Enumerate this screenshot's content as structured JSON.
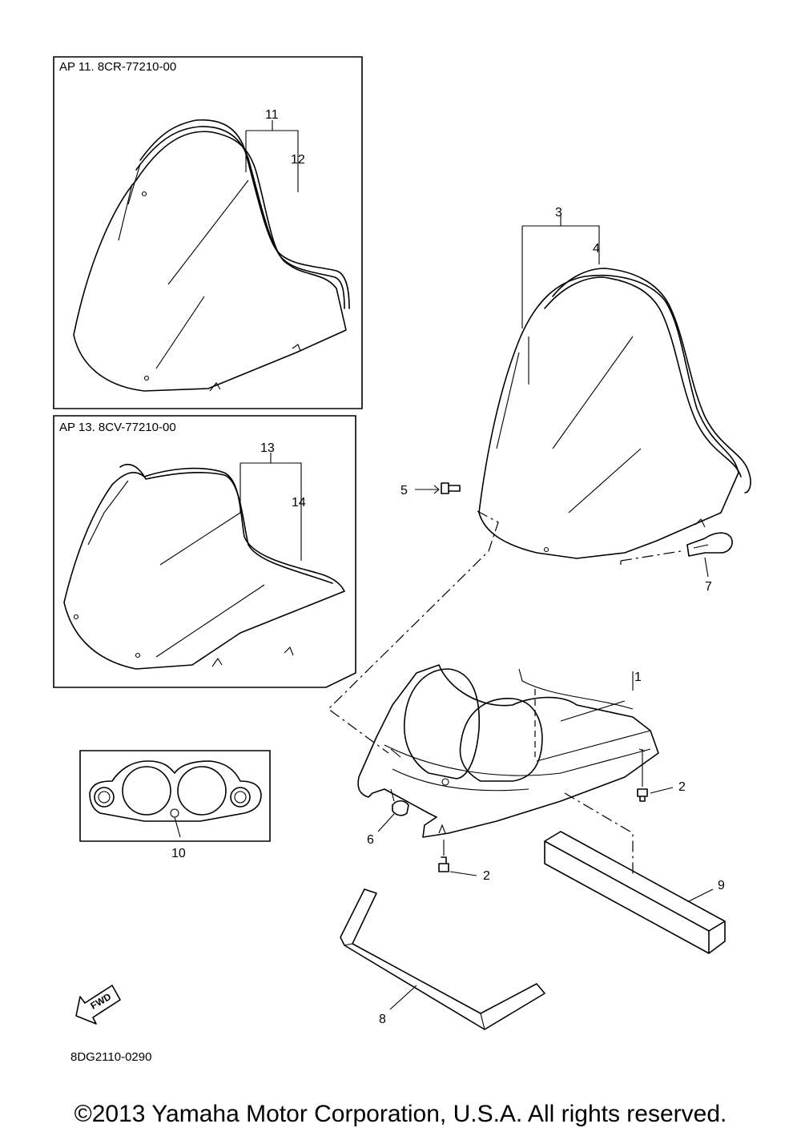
{
  "kits": [
    {
      "label": "AP  11. 8CR-77210-00"
    },
    {
      "label": "AP  13. 8CV-77210-00"
    }
  ],
  "callouts": {
    "c1": "1",
    "c2a": "2",
    "c2b": "2",
    "c3": "3",
    "c4": "4",
    "c5": "5",
    "c6": "6",
    "c7": "7",
    "c8": "8",
    "c9": "9",
    "c10": "10",
    "c11": "11",
    "c12": "12",
    "c13": "13",
    "c14": "14"
  },
  "fwd_label": "FWD",
  "diagram_code": "8DG2110-0290",
  "copyright": "©2013 Yamaha Motor Corporation, U.S.A. All rights reserved."
}
